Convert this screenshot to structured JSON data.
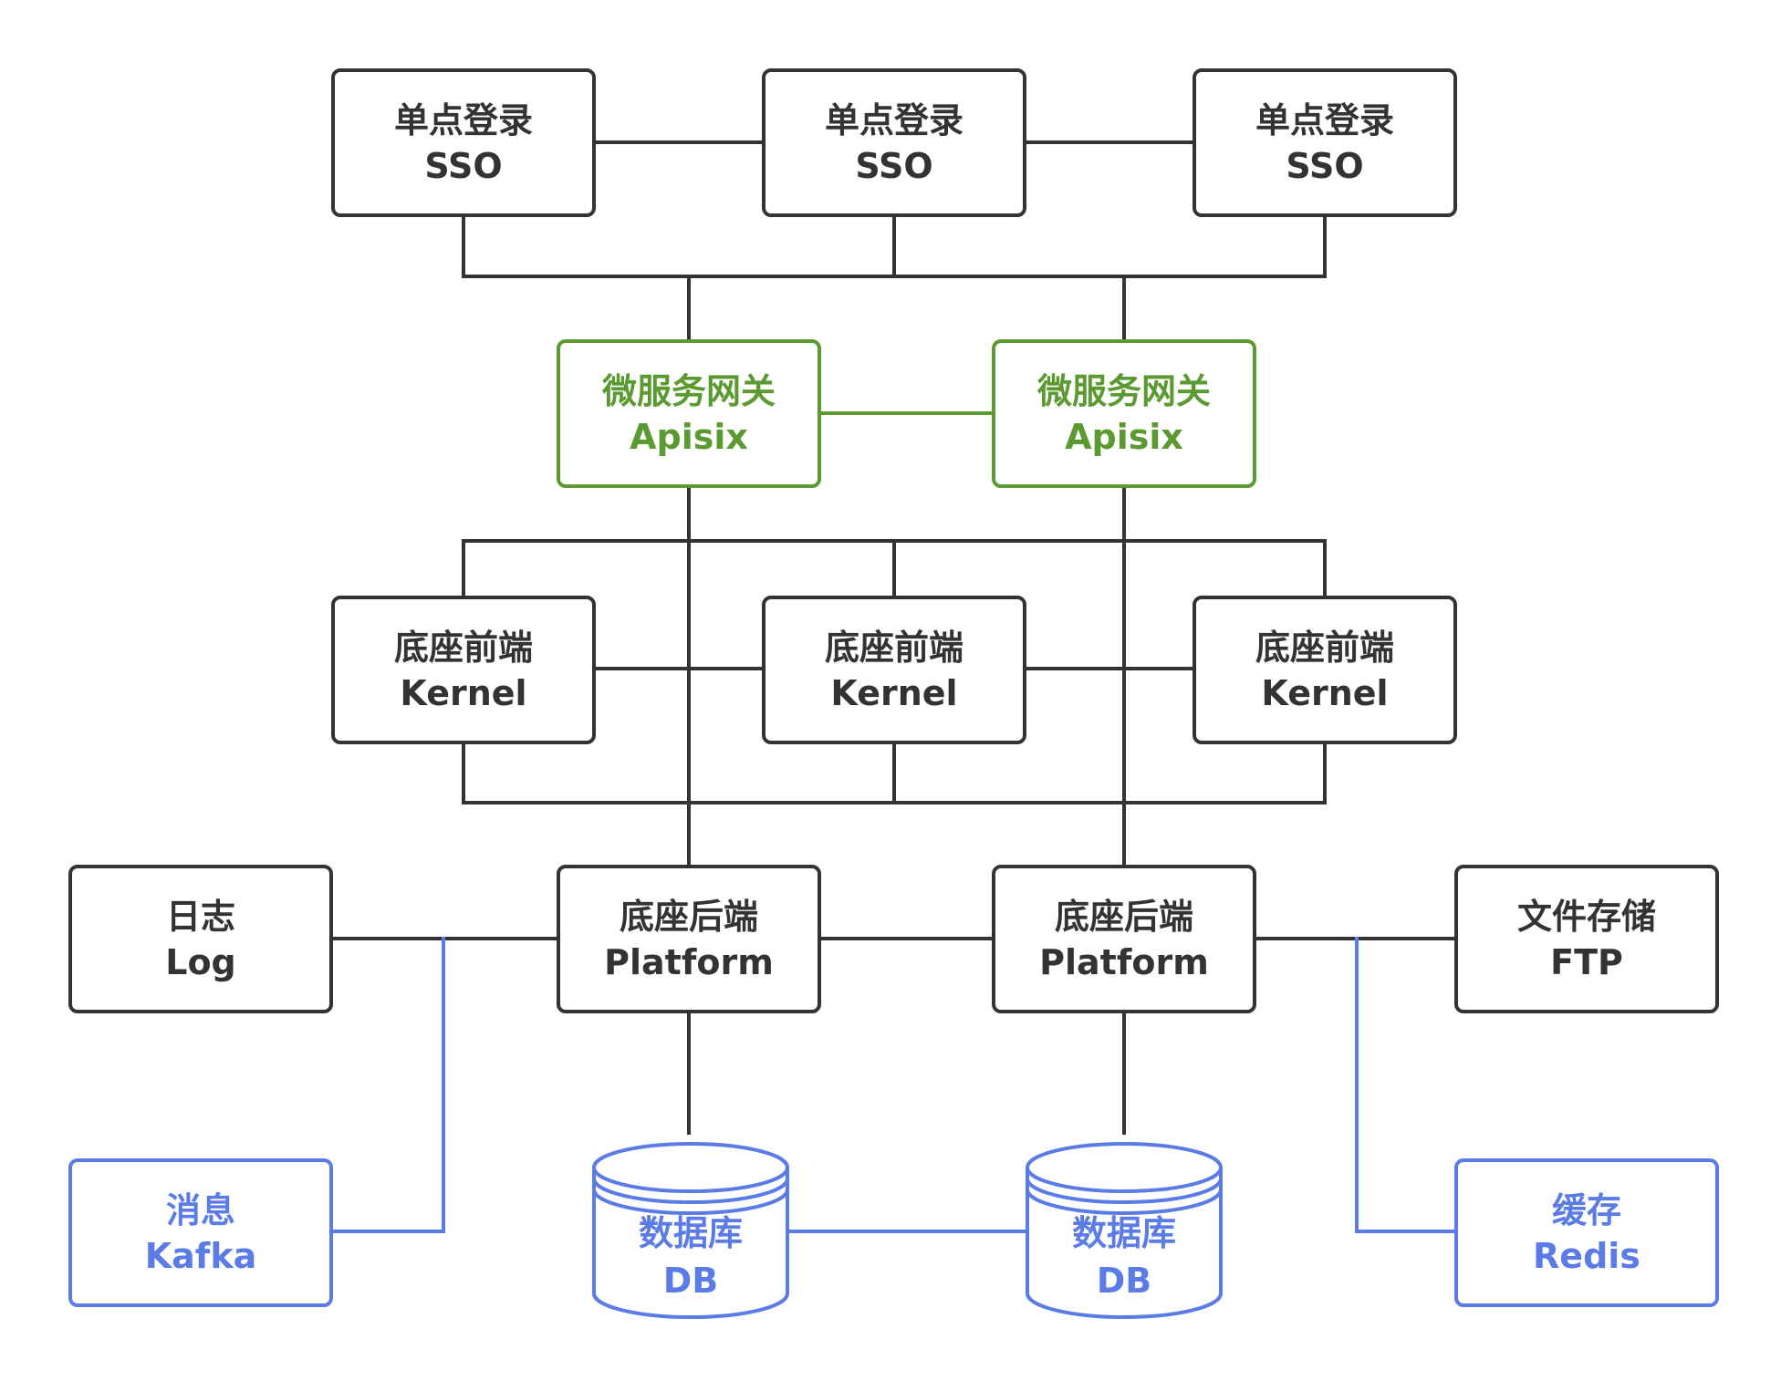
{
  "colors": {
    "line": "#333333",
    "gateway": "#5a9a30",
    "infra": "#5b7be6",
    "background": "#ffffff"
  },
  "sso": [
    {
      "title": "单点登录",
      "subtitle": "SSO"
    },
    {
      "title": "单点登录",
      "subtitle": "SSO"
    },
    {
      "title": "单点登录",
      "subtitle": "SSO"
    }
  ],
  "gateway": [
    {
      "title": "微服务网关",
      "subtitle": "Apisix"
    },
    {
      "title": "微服务网关",
      "subtitle": "Apisix"
    }
  ],
  "kernel": [
    {
      "title": "底座前端",
      "subtitle": "Kernel"
    },
    {
      "title": "底座前端",
      "subtitle": "Kernel"
    },
    {
      "title": "底座前端",
      "subtitle": "Kernel"
    }
  ],
  "log": {
    "title": "日志",
    "subtitle": "Log"
  },
  "platform": [
    {
      "title": "底座后端",
      "subtitle": "Platform"
    },
    {
      "title": "底座后端",
      "subtitle": "Platform"
    }
  ],
  "ftp": {
    "title": "文件存储",
    "subtitle": "FTP"
  },
  "kafka": {
    "title": "消息",
    "subtitle": "Kafka"
  },
  "db": [
    {
      "title": "数据库",
      "subtitle": "DB",
      "icon": "database-icon"
    },
    {
      "title": "数据库",
      "subtitle": "DB",
      "icon": "database-icon"
    }
  ],
  "redis": {
    "title": "缓存",
    "subtitle": "Redis"
  }
}
